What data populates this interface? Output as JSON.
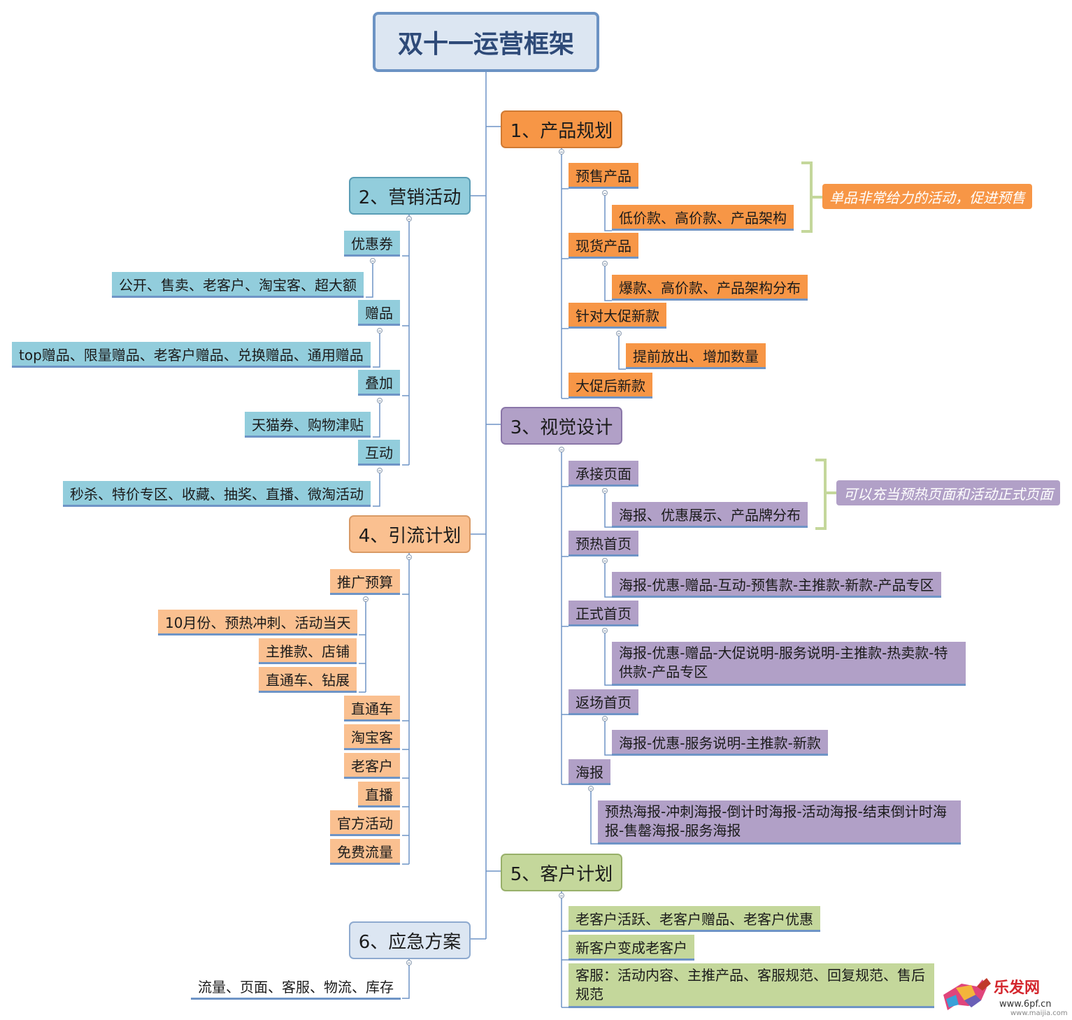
{
  "title": "双十一运营框架",
  "branches": {
    "product": {
      "label": "1、产品规划",
      "items": [
        "预售产品",
        "低价款、高价款、产品架构",
        "现货产品",
        "爆款、高价款、产品架构分布",
        "针对大促新款",
        "提前放出、增加数量",
        "大促后新款"
      ],
      "note": "单品非常给力的活动，促进预售"
    },
    "marketing": {
      "label": "2、营销活动",
      "items": [
        "优惠券",
        "公开、售卖、老客户、淘宝客、超大额",
        "赠品",
        "top赠品、限量赠品、老客户赠品、兑换赠品、通用赠品",
        "叠加",
        "天猫券、购物津贴",
        "互动",
        "秒杀、特价专区、收藏、抽奖、直播、微淘活动"
      ]
    },
    "visual": {
      "label": "3、视觉设计",
      "items": [
        "承接页面",
        "海报、优惠展示、产品牌分布",
        "预热首页",
        "海报-优惠-赠品-互动-预售款-主推款-新款-产品专区",
        "正式首页",
        "海报-优惠-赠品-大促说明-服务说明-主推款-热卖款-特供款-产品专区",
        "返场首页",
        "海报-优惠-服务说明-主推款-新款",
        "海报",
        "预热海报-冲刺海报-倒计时海报-活动海报-结束倒计时海报-售罄海报-服务海报"
      ],
      "note": "可以充当预热页面和活动正式页面"
    },
    "traffic": {
      "label": "4、引流计划",
      "items": [
        "推广预算",
        "10月份、预热冲刺、活动当天",
        "主推款、店铺",
        "直通车、钻展",
        "直通车",
        "淘宝客",
        "老客户",
        "直播",
        "官方活动",
        "免费流量"
      ]
    },
    "customer": {
      "label": "5、客户计划",
      "items": [
        "老客户活跃、老客户赠品、老客户优惠",
        "新客户变成老客户",
        "客服：活动内容、主推产品、客服规范、回复规范、售后规范"
      ]
    },
    "emergency": {
      "label": "6、应急方案",
      "items": [
        "流量、页面、客服、物流、库存"
      ]
    }
  },
  "watermark": {
    "brand": "乐发网",
    "url": "www.6pf.cn",
    "url2": "www.maijia.com"
  },
  "colors": {
    "product": "#f79646",
    "marketing": "#92cddc",
    "visual": "#b1a0c7",
    "traffic": "#fac090",
    "customer": "#c4d79b",
    "emergency": "#dce6f2",
    "bracket": "#c4d79b",
    "connector": "#6e94c6"
  }
}
